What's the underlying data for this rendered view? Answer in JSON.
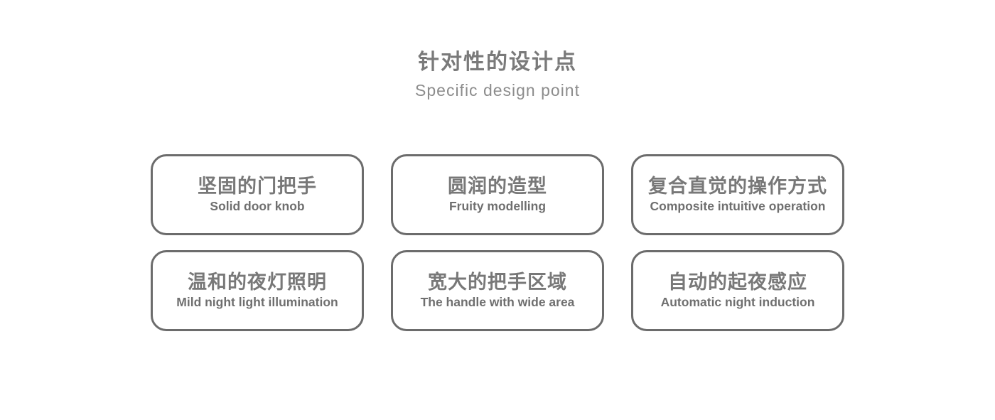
{
  "header": {
    "title_zh": "针对性的设计点",
    "subtitle_en": "Specific design point"
  },
  "colors": {
    "title": "#7a7a7a",
    "subtitle": "#8c8c8c",
    "card_border": "#6c6c6c",
    "card_title": "#787878",
    "card_subtitle": "#6f6f6f",
    "background": "#ffffff"
  },
  "cards": [
    {
      "zh": "坚固的门把手",
      "en": "Solid door knob"
    },
    {
      "zh": "圆润的造型",
      "en": "Fruity modelling"
    },
    {
      "zh": "复合直觉的操作方式",
      "en": "Composite intuitive operation"
    },
    {
      "zh": "温和的夜灯照明",
      "en": "Mild night light illumination"
    },
    {
      "zh": "宽大的把手区域",
      "en": "The handle with wide area"
    },
    {
      "zh": "自动的起夜感应",
      "en": "Automatic night induction"
    }
  ]
}
